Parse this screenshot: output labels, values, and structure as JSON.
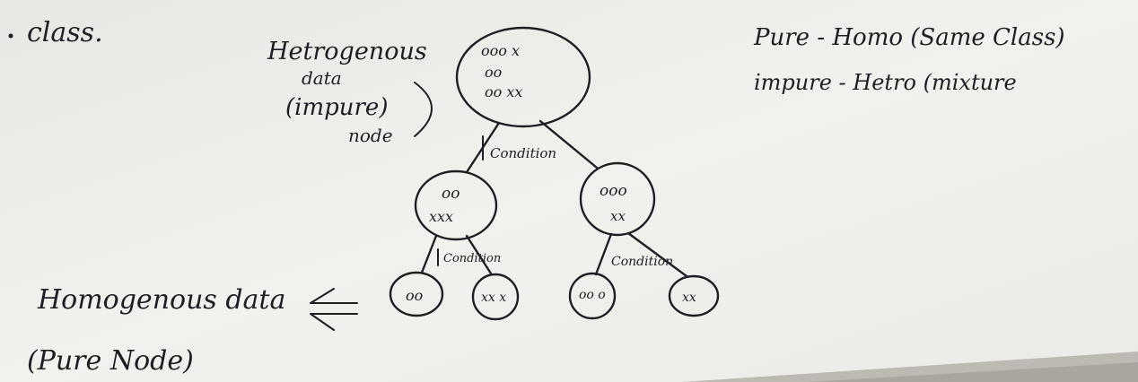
{
  "notes": {
    "class_fragment": "class.",
    "heterogeneous": [
      "Hetrogenous",
      "data",
      "(impure)",
      "node"
    ],
    "condition_root": "Condition",
    "condition_left": "Condition",
    "condition_right": "Condition",
    "pure": "Pure - Homo (Same Class)",
    "impure": "impure - Hetro (mixture",
    "homogeneous": [
      "Homogenous data",
      "(Pure Node)"
    ]
  },
  "nodes": {
    "root": [
      "ooo  x",
      "oo",
      "oo  xx"
    ],
    "left": [
      "oo",
      "xxx"
    ],
    "right": [
      "ooo",
      "xx"
    ],
    "leaf_1": "oo",
    "leaf_2": "xx x",
    "leaf_3": "oo o",
    "leaf_4": "xx"
  },
  "colors": {
    "paper": "#f2f0ec",
    "ink": "#1e1e24",
    "shadow": "#bdbab4"
  }
}
